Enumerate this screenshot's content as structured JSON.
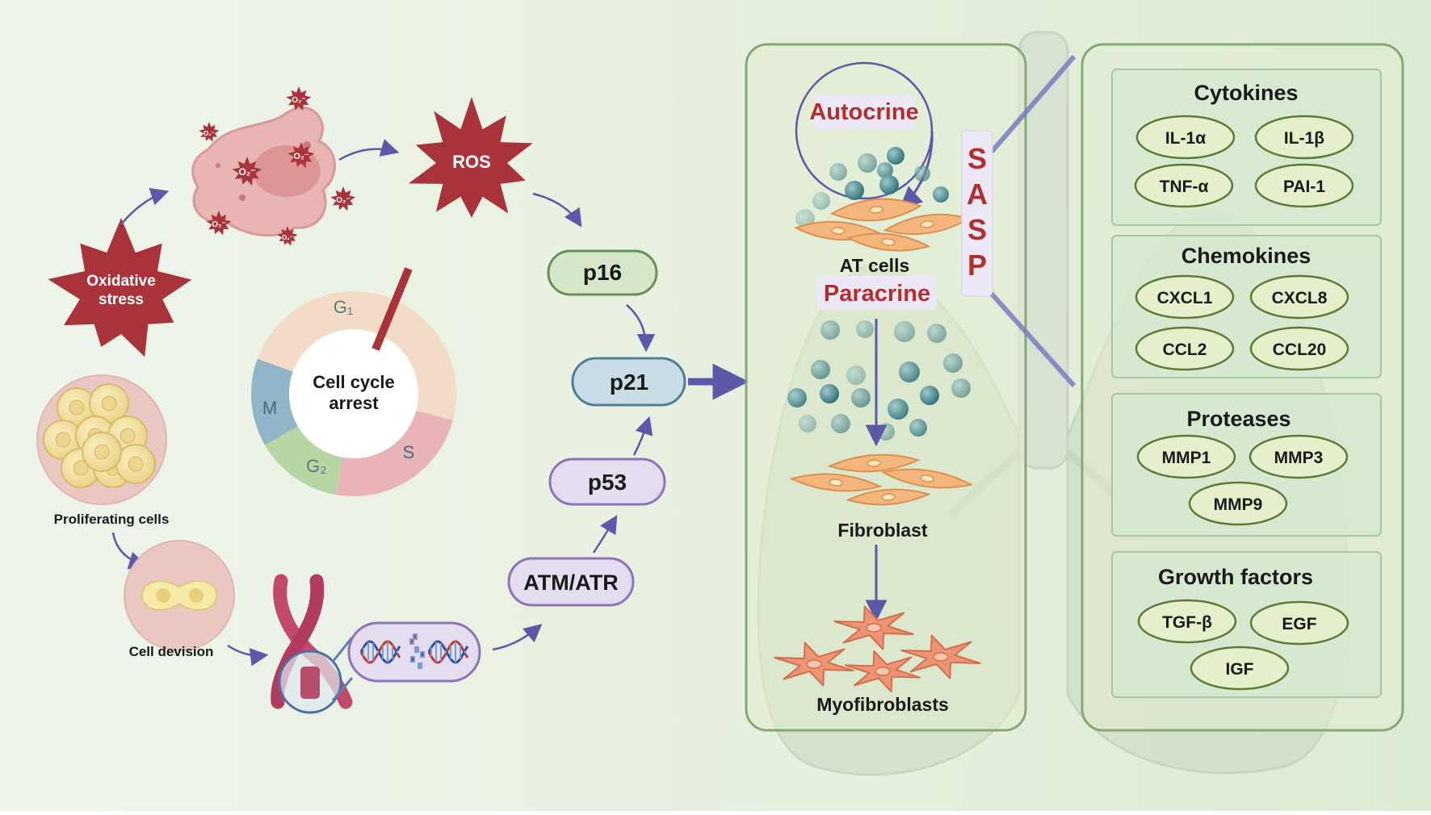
{
  "stress": {
    "oxidative_line1": "Oxidative",
    "oxidative_line2": "stress",
    "ros": "ROS",
    "o2_radical": "O₂⁻"
  },
  "cell_cycle": {
    "center_line1": "Cell cycle",
    "center_line2": "arrest",
    "g1": "G₁",
    "s": "S",
    "g2": "G₂",
    "m": "M"
  },
  "cells": {
    "proliferating": "Proliferating cells",
    "division": "Cell devision"
  },
  "pathway": {
    "p16": "p16",
    "p21": "p21",
    "p53": "p53",
    "atm_atr": "ATM/ATR"
  },
  "lung_panel": {
    "autocrine": "Autocrine",
    "at_cells": "AT cells",
    "paracrine": "Paracrine",
    "fibroblast": "Fibroblast",
    "myofibroblasts": "Myofibroblasts"
  },
  "sasp": {
    "letters": [
      "S",
      "A",
      "S",
      "P"
    ]
  },
  "factors": {
    "cytokines": {
      "title": "Cytokines",
      "items": [
        "IL-1α",
        "IL-1β",
        "TNF-α",
        "PAI-1"
      ]
    },
    "chemokines": {
      "title": "Chemokines",
      "items": [
        "CXCL1",
        "CXCL8",
        "CCL2",
        "CCL20"
      ]
    },
    "proteases": {
      "title": "Proteases",
      "items": [
        "MMP1",
        "MMP3",
        "MMP9"
      ]
    },
    "growth": {
      "title": "Growth factors",
      "items": [
        "TGF-β",
        "EGF",
        "IGF"
      ]
    }
  },
  "colors": {
    "stress_red": "#a8333a",
    "arrow_purple": "#5c5aa8",
    "pill_green_fill": "#d6e6c8",
    "pill_green_stroke": "#6c8f58",
    "pill_blue_fill": "#c9dde6",
    "pill_blue_stroke": "#4e7f96",
    "pill_purple_fill": "#e4ddf0",
    "pill_purple_stroke": "#8f72b8",
    "panel_stroke": "#87a876",
    "oval_fill": "#e5efcc",
    "oval_stroke": "#5e7a35",
    "label_red": "#b03030"
  }
}
